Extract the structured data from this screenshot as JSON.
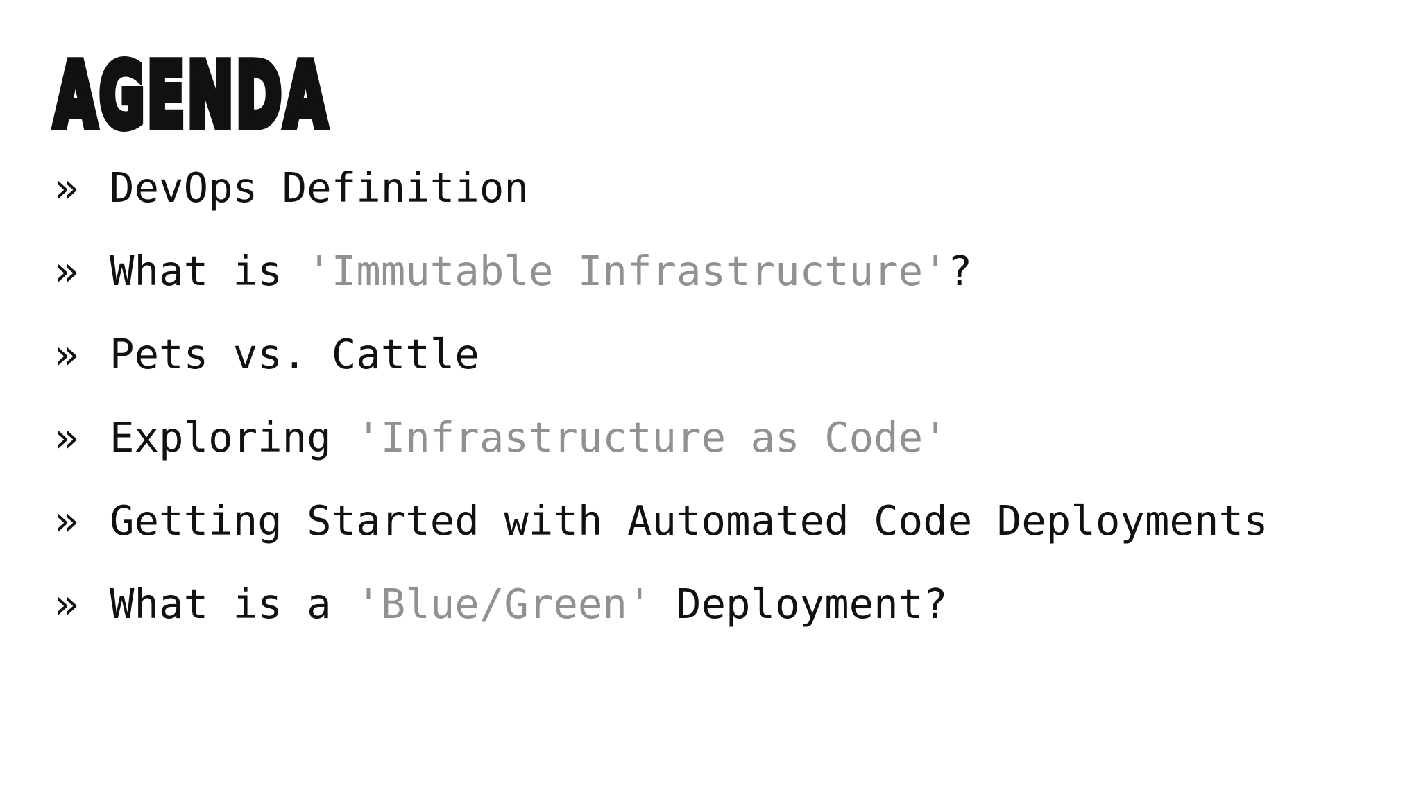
{
  "slide": {
    "title": "AGENDA",
    "bullet_glyph": "»",
    "colors": {
      "background": "#ffffff",
      "text": "#111111",
      "muted": "#919191"
    },
    "items": [
      {
        "segments": [
          {
            "text": "DevOps Definition",
            "muted": false
          }
        ]
      },
      {
        "segments": [
          {
            "text": "What is ",
            "muted": false
          },
          {
            "text": "'Immutable Infrastructure'",
            "muted": true
          },
          {
            "text": "?",
            "muted": false
          }
        ]
      },
      {
        "segments": [
          {
            "text": "Pets vs. Cattle",
            "muted": false
          }
        ]
      },
      {
        "segments": [
          {
            "text": "Exploring ",
            "muted": false
          },
          {
            "text": "'Infrastructure as Code'",
            "muted": true
          }
        ]
      },
      {
        "segments": [
          {
            "text": "Getting Started with Automated Code Deployments",
            "muted": false
          }
        ]
      },
      {
        "segments": [
          {
            "text": "What is a ",
            "muted": false
          },
          {
            "text": "'Blue/Green'",
            "muted": true
          },
          {
            "text": " Deployment?",
            "muted": false
          }
        ]
      }
    ]
  }
}
